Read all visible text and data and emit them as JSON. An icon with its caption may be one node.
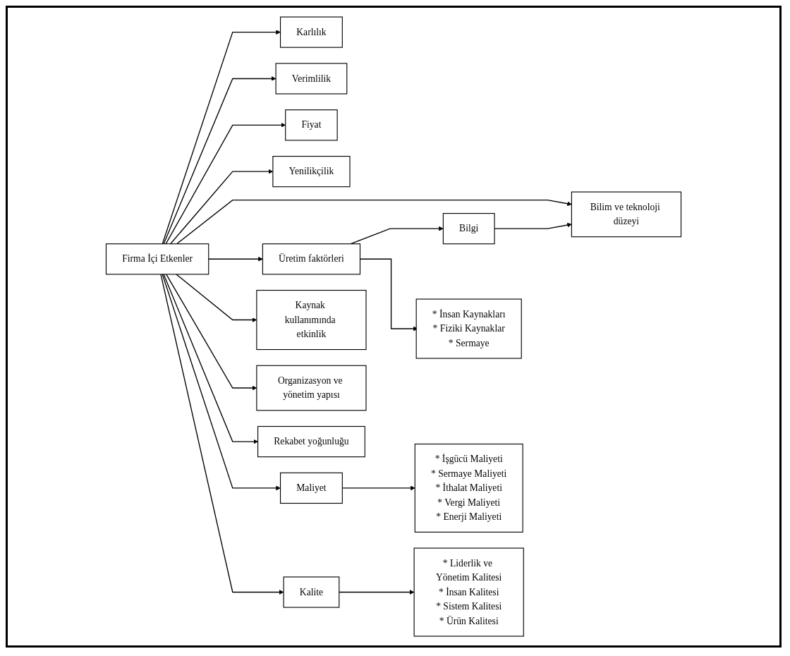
{
  "diagram": {
    "nodes": [
      {
        "text": [
          "Firma İçi Etkenler"
        ]
      },
      {
        "text": [
          "Karlılık"
        ]
      },
      {
        "text": [
          "Verimlilik"
        ]
      },
      {
        "text": [
          "Fiyat"
        ]
      },
      {
        "text": [
          "Yenilikçilik"
        ]
      },
      {
        "text": [
          "Bilim ve teknoloji düzeyi"
        ]
      },
      {
        "text": [
          "Üretim faktörleri"
        ]
      },
      {
        "text": [
          "Bilgi"
        ]
      },
      {
        "text": [
          "* İnsan Kaynakları",
          "* Fiziki Kaynaklar",
          "* Sermaye"
        ]
      },
      {
        "text": [
          "Kaynak kullanımında etkinlik"
        ]
      },
      {
        "text": [
          "Organizasyon ve yönetim yapısı"
        ]
      },
      {
        "text": [
          "Rekabet yoğunluğu"
        ]
      },
      {
        "text": [
          "Maliyet"
        ]
      },
      {
        "text": [
          "* İşgücü Maliyeti",
          "* Sermaye Maliyeti",
          "* İthalat Maliyeti",
          "* Vergi Maliyeti",
          "* Enerji Maliyeti"
        ]
      },
      {
        "text": [
          "Kalite"
        ]
      },
      {
        "text": [
          "* Liderlik ve Yönetim Kalitesi",
          "* İnsan Kalitesi",
          "* Sistem Kalitesi",
          "* Ürün Kalitesi"
        ]
      }
    ],
    "edges": [
      {
        "from": 0,
        "to": 1,
        "arrow": "to"
      },
      {
        "from": 0,
        "to": 2,
        "arrow": "to"
      },
      {
        "from": 0,
        "to": 3,
        "arrow": "to"
      },
      {
        "from": 0,
        "to": 4,
        "arrow": "to"
      },
      {
        "from": 0,
        "to": 5,
        "arrow": "to"
      },
      {
        "from": 0,
        "to": 6,
        "arrow": "to"
      },
      {
        "from": 0,
        "to": 9,
        "arrow": "to"
      },
      {
        "from": 0,
        "to": 10,
        "arrow": "to"
      },
      {
        "from": 0,
        "to": 11,
        "arrow": "to"
      },
      {
        "from": 0,
        "to": 12,
        "arrow": "to"
      },
      {
        "from": 0,
        "to": 14,
        "arrow": "to"
      },
      {
        "from": 12,
        "to": 13,
        "arrow": "to"
      },
      {
        "from": 14,
        "to": 15,
        "arrow": "to"
      },
      {
        "from": 6,
        "to": 7,
        "arrow": "to"
      },
      {
        "from": 6,
        "to": 8,
        "arrow": "to"
      },
      {
        "from": 7,
        "to": 5,
        "arrow": "to"
      }
    ]
  }
}
